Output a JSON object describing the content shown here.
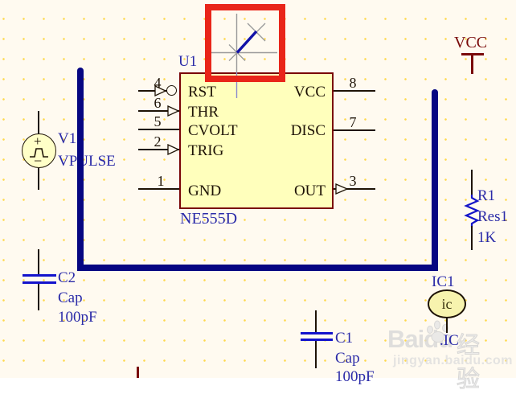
{
  "ic": {
    "designator": "U1",
    "part": "NE555D",
    "left_pins": [
      {
        "number": "4",
        "name": "RST"
      },
      {
        "number": "6",
        "name": "THR"
      },
      {
        "number": "5",
        "name": "CVOLT"
      },
      {
        "number": "2",
        "name": "TRIG"
      },
      {
        "number": "1",
        "name": "GND"
      }
    ],
    "right_pins": [
      {
        "number": "8",
        "name": "VCC"
      },
      {
        "number": "7",
        "name": "DISC"
      },
      {
        "number": "3",
        "name": "OUT"
      }
    ]
  },
  "power": {
    "vcc_label": "VCC"
  },
  "pulse_source": {
    "designator": "V1",
    "model": "VPULSE",
    "plus": "+",
    "minus": "−"
  },
  "capacitor_c2": {
    "designator": "C2",
    "model": "Cap",
    "value": "100pF"
  },
  "capacitor_c1": {
    "designator": "C1",
    "model": "Cap",
    "value": "100pF"
  },
  "resistor_r1": {
    "designator": "R1",
    "model": "Res1",
    "value": "1K"
  },
  "probe_ic1": {
    "designator": "IC1",
    "body_text": "ic",
    "net_label": ".IC"
  },
  "watermark": {
    "brand": "Baidu",
    "brand_cn": "经验",
    "url": "jingyan.baidu.com"
  },
  "colors": {
    "wire_blue": "#060682",
    "label_blue": "#2b2ba8",
    "component_fill": "#ffffbc",
    "component_border": "#7a0606",
    "annotation_red": "#e92519",
    "power_dark_red": "#7a0b0b"
  }
}
